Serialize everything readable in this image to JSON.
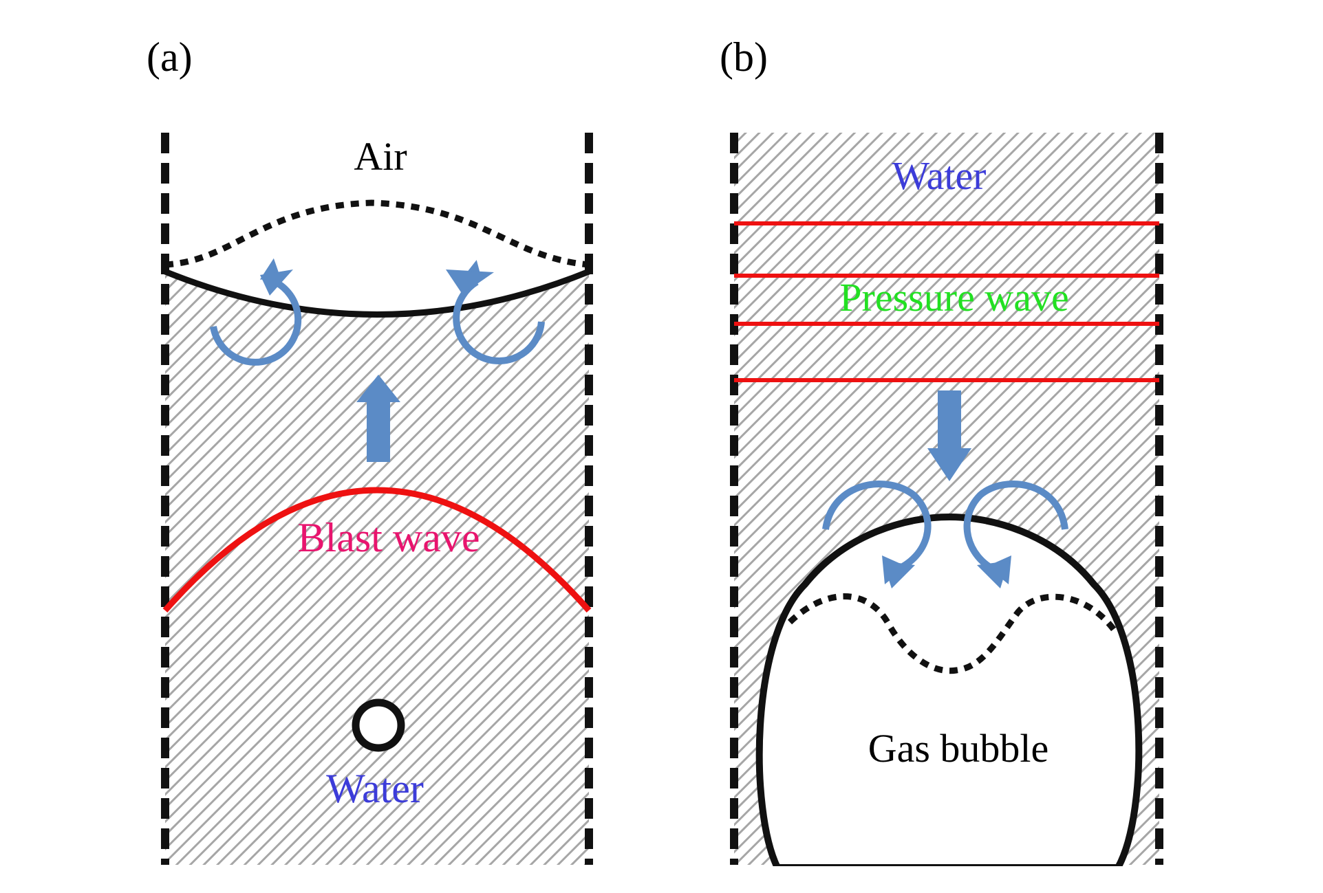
{
  "panels": {
    "a": {
      "tag": "(a)",
      "air_label": "Air",
      "blast_wave_label": "Blast wave",
      "water_label": "Water"
    },
    "b": {
      "tag": "(b)",
      "water_label": "Water",
      "pressure_wave_label": "Pressure wave",
      "gas_bubble_label": "Gas bubble"
    }
  },
  "colors": {
    "hatch": "#a6a6a6",
    "boundary": "#111111",
    "wave_red": "#ee1111",
    "flow_blue": "#5b8bc6",
    "blast_text": "#e8146e",
    "water_text": "#3c3cd9",
    "pressure_text": "#22e022",
    "text_black": "#000000"
  }
}
